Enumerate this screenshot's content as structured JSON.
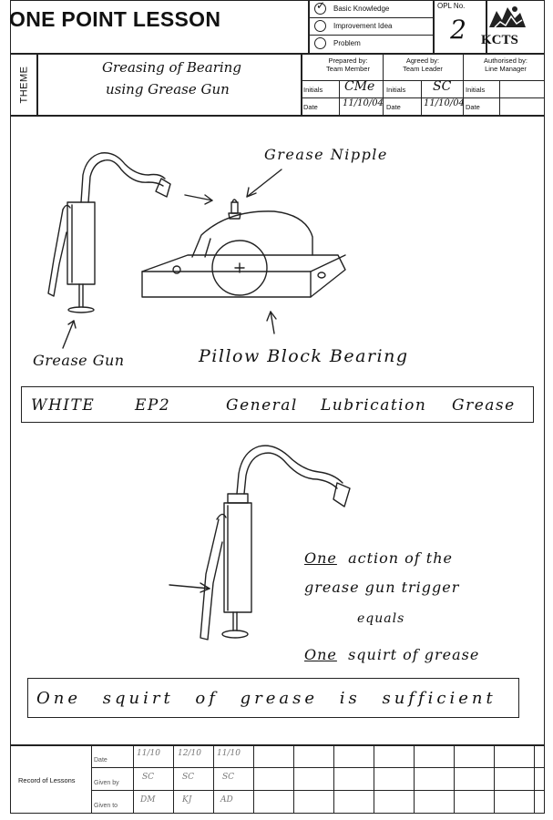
{
  "header": {
    "title": "ONE POINT LESSON",
    "categories": [
      {
        "label": "Basic Knowledge",
        "checked": true
      },
      {
        "label": "Improvement Idea",
        "checked": false
      },
      {
        "label": "Problem",
        "checked": false
      }
    ],
    "opl_label": "OPL No.",
    "opl_number": "2",
    "brand": "KCTS"
  },
  "theme": {
    "label": "THEME",
    "line1": "Greasing of Bearing",
    "line2": "using Grease Gun"
  },
  "signoff": {
    "prepared": {
      "heading1": "Prepared by:",
      "heading2": "Team Member"
    },
    "agreed": {
      "heading1": "Agreed by:",
      "heading2": "Team Leader"
    },
    "authorised": {
      "heading1": "Authorised by:",
      "heading2": "Line Manager"
    },
    "initials_label": "Initials",
    "date_label": "Date",
    "prepared_initials": "CMe",
    "prepared_date": "11/10/04",
    "agreed_initials": "SC",
    "agreed_date": "11/10/04"
  },
  "diagram1": {
    "grease_nipple": "Grease Nipple",
    "grease_gun": "Grease Gun",
    "bearing": "Pillow Block Bearing"
  },
  "banner1": {
    "word1": "WHITE",
    "word2": "EP2",
    "word3": "General",
    "word4": "Lubrication",
    "word5": "Grease"
  },
  "diagram2": {
    "note_one": "One",
    "note_line1": "action of the",
    "note_line2": "grease gun trigger",
    "note_line3": "equals",
    "note_one2": "One",
    "note_line4": "squirt of grease"
  },
  "banner2": {
    "text": "One squirt of grease is sufficient"
  },
  "record": {
    "label": "Record of Lessons",
    "rows": [
      "Date",
      "Given by",
      "Given to"
    ],
    "entries": [
      [
        "11/10",
        "12/10",
        "11/10"
      ],
      [
        "SC",
        "SC",
        "SC"
      ],
      [
        "DM",
        "KJ",
        "AD"
      ]
    ]
  }
}
